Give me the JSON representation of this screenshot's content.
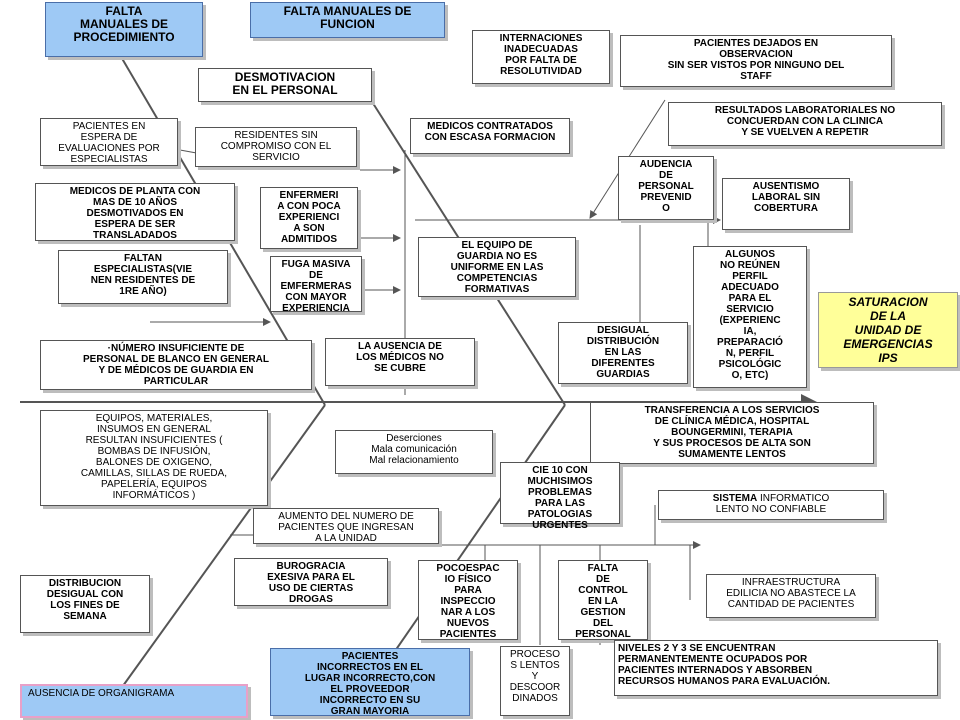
{
  "boxes": {
    "falta_proc": "FALTA\nMANUALES DE\nPROCEDIMIENTO",
    "falta_func": "FALTA MANUALES DE\nFUNCION",
    "internaciones": "INTERNACIONES\nINADECUADAS\nPOR FALTA DE\nRESOLUTIVIDAD",
    "pacientes_dejados": "PACIENTES DEJADOS EN\nOBSERVACION\nSIN SER VISTOS POR NINGUNO DEL\nSTAFF",
    "desmotivacion": "DESMOTIVACION\nEN EL PERSONAL",
    "resultados_lab": "RESULTADOS LABORATORIALES NO\nCONCUERDAN CON LA CLINICA\nY SE VUELVEN A REPETIR",
    "pacientes_espera": "PACIENTES EN\nESPERA DE\nEVALUACIONES POR\nESPECIALISTAS",
    "residentes": "RESIDENTES SIN\nCOMPROMISO CON EL\nSERVICIO",
    "medicos_contratados": "MEDICOS CONTRATADOS\nCON ESCASA FORMACION",
    "audiencia": "AUDENCIA\nDE\nPERSONAL\nPREVENID\nO",
    "ausentismo": "AUSENTISMO\nLABORAL SIN\nCOBERTURA",
    "medicos_planta": "MEDICOS DE PLANTA CON\nMAS DE 10 AÑOS\nDESMOTIVADOS EN\nESPERA DE SER\nTRANSLADADOS",
    "enfermeria": "ENFERMERI\nA CON POCA\nEXPERIENCI\nA SON\nADMITIDOS",
    "equipo_guardia": "EL EQUIPO DE\nGUARDIA NO ES\nUNIFORME EN LAS\nCOMPETENCIAS\nFORMATIVAS",
    "algunos": "ALGUNOS\nNO REÚNEN\nPERFIL\nADECUADO\nPARA EL\nSERVICIO\n(EXPERIENC\nIA,\nPREPARACIÓ\nN, PERFIL\nPSICOLÓGIC\nO, ETC)",
    "faltan_especialistas": "FALTAN\nESPECIALISTAS(VIE\nNEN RESIDENTES DE\n1RE AÑO)",
    "fuga": "FUGA MASIVA\nDE\nEMFERMERAS\nCON MAYOR\nEXPERIENCIA",
    "saturacion": "SATURACION\nDE LA\nUNIDAD DE\nEMERGENCIAS\nIPS",
    "numero_insuficiente": "·NÚMERO INSUFICIENTE DE\nPERSONAL DE BLANCO EN GENERAL\nY DE MÉDICOS DE GUARDIA EN\nPARTICULAR",
    "ausencia_medicos": "LA AUSENCIA DE\nLOS MÉDICOS NO\nSE CUBRE",
    "desigual": "DESIGUAL\nDISTRIBUCIÓN\nEN LAS\nDIFERENTES\nGUARDIAS",
    "equipos": "EQUIPOS, MATERIALES,\nINSUMOS EN GENERAL\nRESULTAN INSUFICIENTES (\nBOMBAS DE INFUSIÓN,\nBALONES DE OXIGENO,\nCAMILLAS, SILLAS DE RUEDA,\nPAPELERÍA, EQUIPOS\nINFORMÁTICOS )",
    "deserciones": "Deserciones\nMala comunicación\nMal relacionamiento",
    "transferencia": "TRANSFERENCIA A LOS SERVICIOS\nDE CLÍNICA MÉDICA, HOSPITAL\nBOUNGERMINI, TERAPIA\nY SUS PROCESOS DE ALTA SON\nSUMAMENTE LENTOS",
    "cie10": "CIE 10 CON\nMUCHISIMOS\nPROBLEMAS\nPARA LAS\nPATOLOGIAS\nURGENTES",
    "sistema_bold": "SISTEMA",
    "sistema_rest": " INFORMATICO\nLENTO NO CONFIABLE",
    "aumento": "AUMENTO DEL NUMERO DE\nPACIENTES QUE INGRESAN\nA LA UNIDAD",
    "distribucion": "DISTRIBUCION\nDESIGUAL CON\nLOS FINES DE\nSEMANA",
    "burocracia": "BUROGRACIA\nEXESIVA PARA EL\nUSO DE CIERTAS\nDROGAS",
    "pocoespacio": "POCOESPAC\nIO FÍSICO\nPARA\nINSPECCIO\nNAR A LOS\nNUEVOS\nPACIENTES",
    "falta_control": "FALTA\nDE\nCONTROL\nEN LA\nGESTION\nDEL\nPERSONAL",
    "infraestructura": "INFRAESTRUCTURA\nEDILICIA NO ABASTECE LA\nCANTIDAD DE PACIENTES",
    "niveles": "NIVELES 2 Y 3 SE ENCUENTRAN\nPERMANENTEMENTE OCUPADOS POR\nPACIENTES INTERNADOS Y ABSORBEN\nRECURSOS HUMANOS PARA EVALUACIÓN.",
    "pacientes_incorrectos": "PACIENTES\nINCORRECTOS EN EL\nLUGAR INCORRECTO,CON\nEL PROVEEDOR\nINCORRECTO EN SU\nGRAN MAYORIA",
    "procesos": "PROCESO\nS LENTOS\nY\nDESCOOR\nDINADOS",
    "ausencia_organigrama": "AUSENCIA DE ORGANIGRAMA"
  },
  "colors": {
    "line": "#555555",
    "blue": "#9ec9f5",
    "yellow": "#ffff99",
    "pink_border": "#e8a0c8"
  }
}
